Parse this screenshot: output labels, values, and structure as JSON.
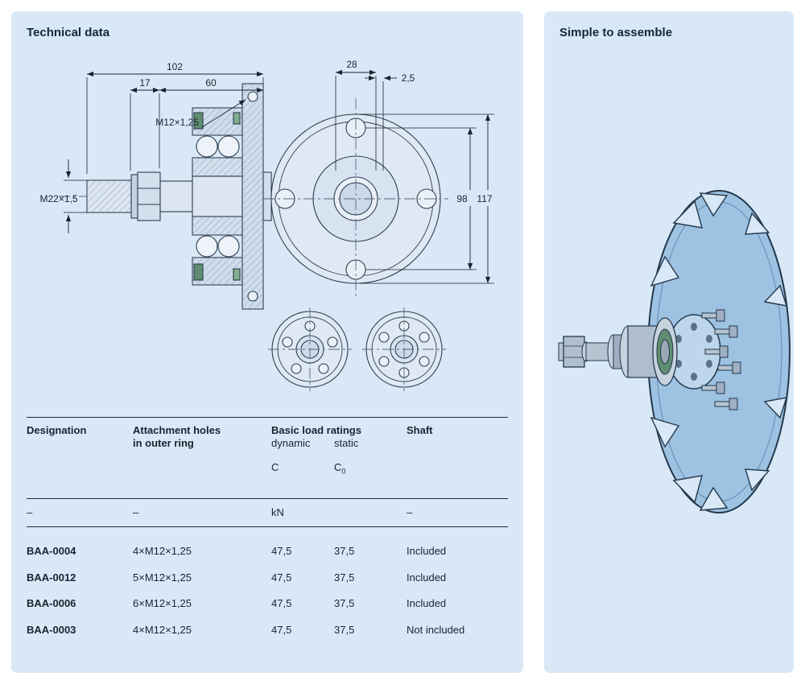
{
  "page": {
    "background": "#ffffff",
    "panel_color": "#d8e8f6"
  },
  "left_panel": {
    "title": "Technical data",
    "drawing": {
      "labels": {
        "overall_width": "102",
        "seg_17": "17",
        "seg_60": "60",
        "attachment_thread": "M12×1,25",
        "shaft_thread": "M22×1,5",
        "dim_28": "28",
        "dim_2_5": "2,5",
        "bolt_circle_diameter": "98",
        "flange_diameter": "117"
      }
    },
    "table": {
      "headers": {
        "designation": "Designation",
        "attachment_line1": "Attachment holes",
        "attachment_line2": "in outer ring",
        "load_ratings": "Basic load ratings",
        "dynamic": "dynamic",
        "static": "static",
        "c_dynamic": "C",
        "c_static_main": "C",
        "c_static_sub": "0",
        "shaft": "Shaft"
      },
      "units": {
        "designation": "–",
        "attachment": "–",
        "load": "kN",
        "static": "",
        "shaft": "–"
      },
      "rows": [
        {
          "designation": "BAA-0004",
          "attachment_holes": "4×M12×1,25",
          "dynamic_c": "47,5",
          "static_c0": "37,5",
          "shaft": "Included"
        },
        {
          "designation": "BAA-0012",
          "attachment_holes": "5×M12×1,25",
          "dynamic_c": "47,5",
          "static_c0": "37,5",
          "shaft": "Included"
        },
        {
          "designation": "BAA-0006",
          "attachment_holes": "6×M12×1,25",
          "dynamic_c": "47,5",
          "static_c0": "37,5",
          "shaft": "Included"
        },
        {
          "designation": "BAA-0003",
          "attachment_holes": "4×M12×1,25",
          "dynamic_c": "47,5",
          "static_c0": "37,5",
          "shaft": "Not included"
        }
      ]
    }
  },
  "right_panel": {
    "title": "Simple to assemble"
  }
}
